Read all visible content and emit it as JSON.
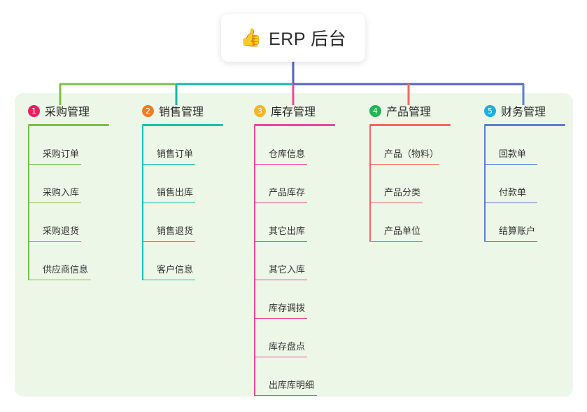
{
  "root": {
    "icon": "thumbs-up-icon",
    "emoji": "👍",
    "title": "ERP 后台"
  },
  "panel": {
    "background_color": "#edf7e7"
  },
  "connector_colors": {
    "segment_green": "#7cbf45",
    "segment_teal": "#14b8a6",
    "segment_purple": "#5a5fc7",
    "drop_col1": "#7cbf45",
    "drop_col2": "#14b8a6",
    "drop_col3": "#ec4899",
    "drop_col4": "#f4685f",
    "drop_col5": "#5a7fd4",
    "stem": "#5a5fc7"
  },
  "columns": [
    {
      "number": "1",
      "title": "采购管理",
      "badge_color": "#ea1e63",
      "line_color": "#7cbf45",
      "rule_width": 116,
      "items": [
        {
          "label": "采购订单",
          "rule_width": 76
        },
        {
          "label": "采购入库",
          "rule_width": 76
        },
        {
          "label": "采购退货",
          "rule_width": 76
        },
        {
          "label": "供应商信息",
          "rule_width": 90
        }
      ]
    },
    {
      "number": "2",
      "title": "销售管理",
      "badge_color": "#f07d22",
      "line_color": "#1cc0b0",
      "rule_width": 116,
      "items": [
        {
          "label": "销售订单",
          "rule_width": 76
        },
        {
          "label": "销售出库",
          "rule_width": 76
        },
        {
          "label": "销售退货",
          "rule_width": 76
        },
        {
          "label": "客户信息",
          "rule_width": 76
        }
      ]
    },
    {
      "number": "3",
      "title": "库存管理",
      "badge_color": "#f7b428",
      "line_color": "#e9479b",
      "rule_width": 116,
      "items": [
        {
          "label": "仓库信息",
          "rule_width": 76
        },
        {
          "label": "产品库存",
          "rule_width": 76
        },
        {
          "label": "其它出库",
          "rule_width": 76
        },
        {
          "label": "其它入库",
          "rule_width": 76
        },
        {
          "label": "库存调拨",
          "rule_width": 76
        },
        {
          "label": "库存盘点",
          "rule_width": 76
        },
        {
          "label": "出库库明细",
          "rule_width": 90
        }
      ]
    },
    {
      "number": "4",
      "title": "产品管理",
      "badge_color": "#22b455",
      "line_color": "#f4685f",
      "rule_width": 116,
      "items": [
        {
          "label": "产品（物料）",
          "rule_width": 100
        },
        {
          "label": "产品分类",
          "rule_width": 76
        },
        {
          "label": "产品单位",
          "rule_width": 76
        }
      ]
    },
    {
      "number": "5",
      "title": "财务管理",
      "badge_color": "#1eaee0",
      "line_color": "#5a7fd4",
      "rule_width": 116,
      "items": [
        {
          "label": "回款单",
          "rule_width": 76
        },
        {
          "label": "付款单",
          "rule_width": 76
        },
        {
          "label": "结算账户",
          "rule_width": 76
        }
      ]
    }
  ],
  "layout": {
    "column_x": [
      40,
      203,
      363,
      528,
      692
    ]
  }
}
